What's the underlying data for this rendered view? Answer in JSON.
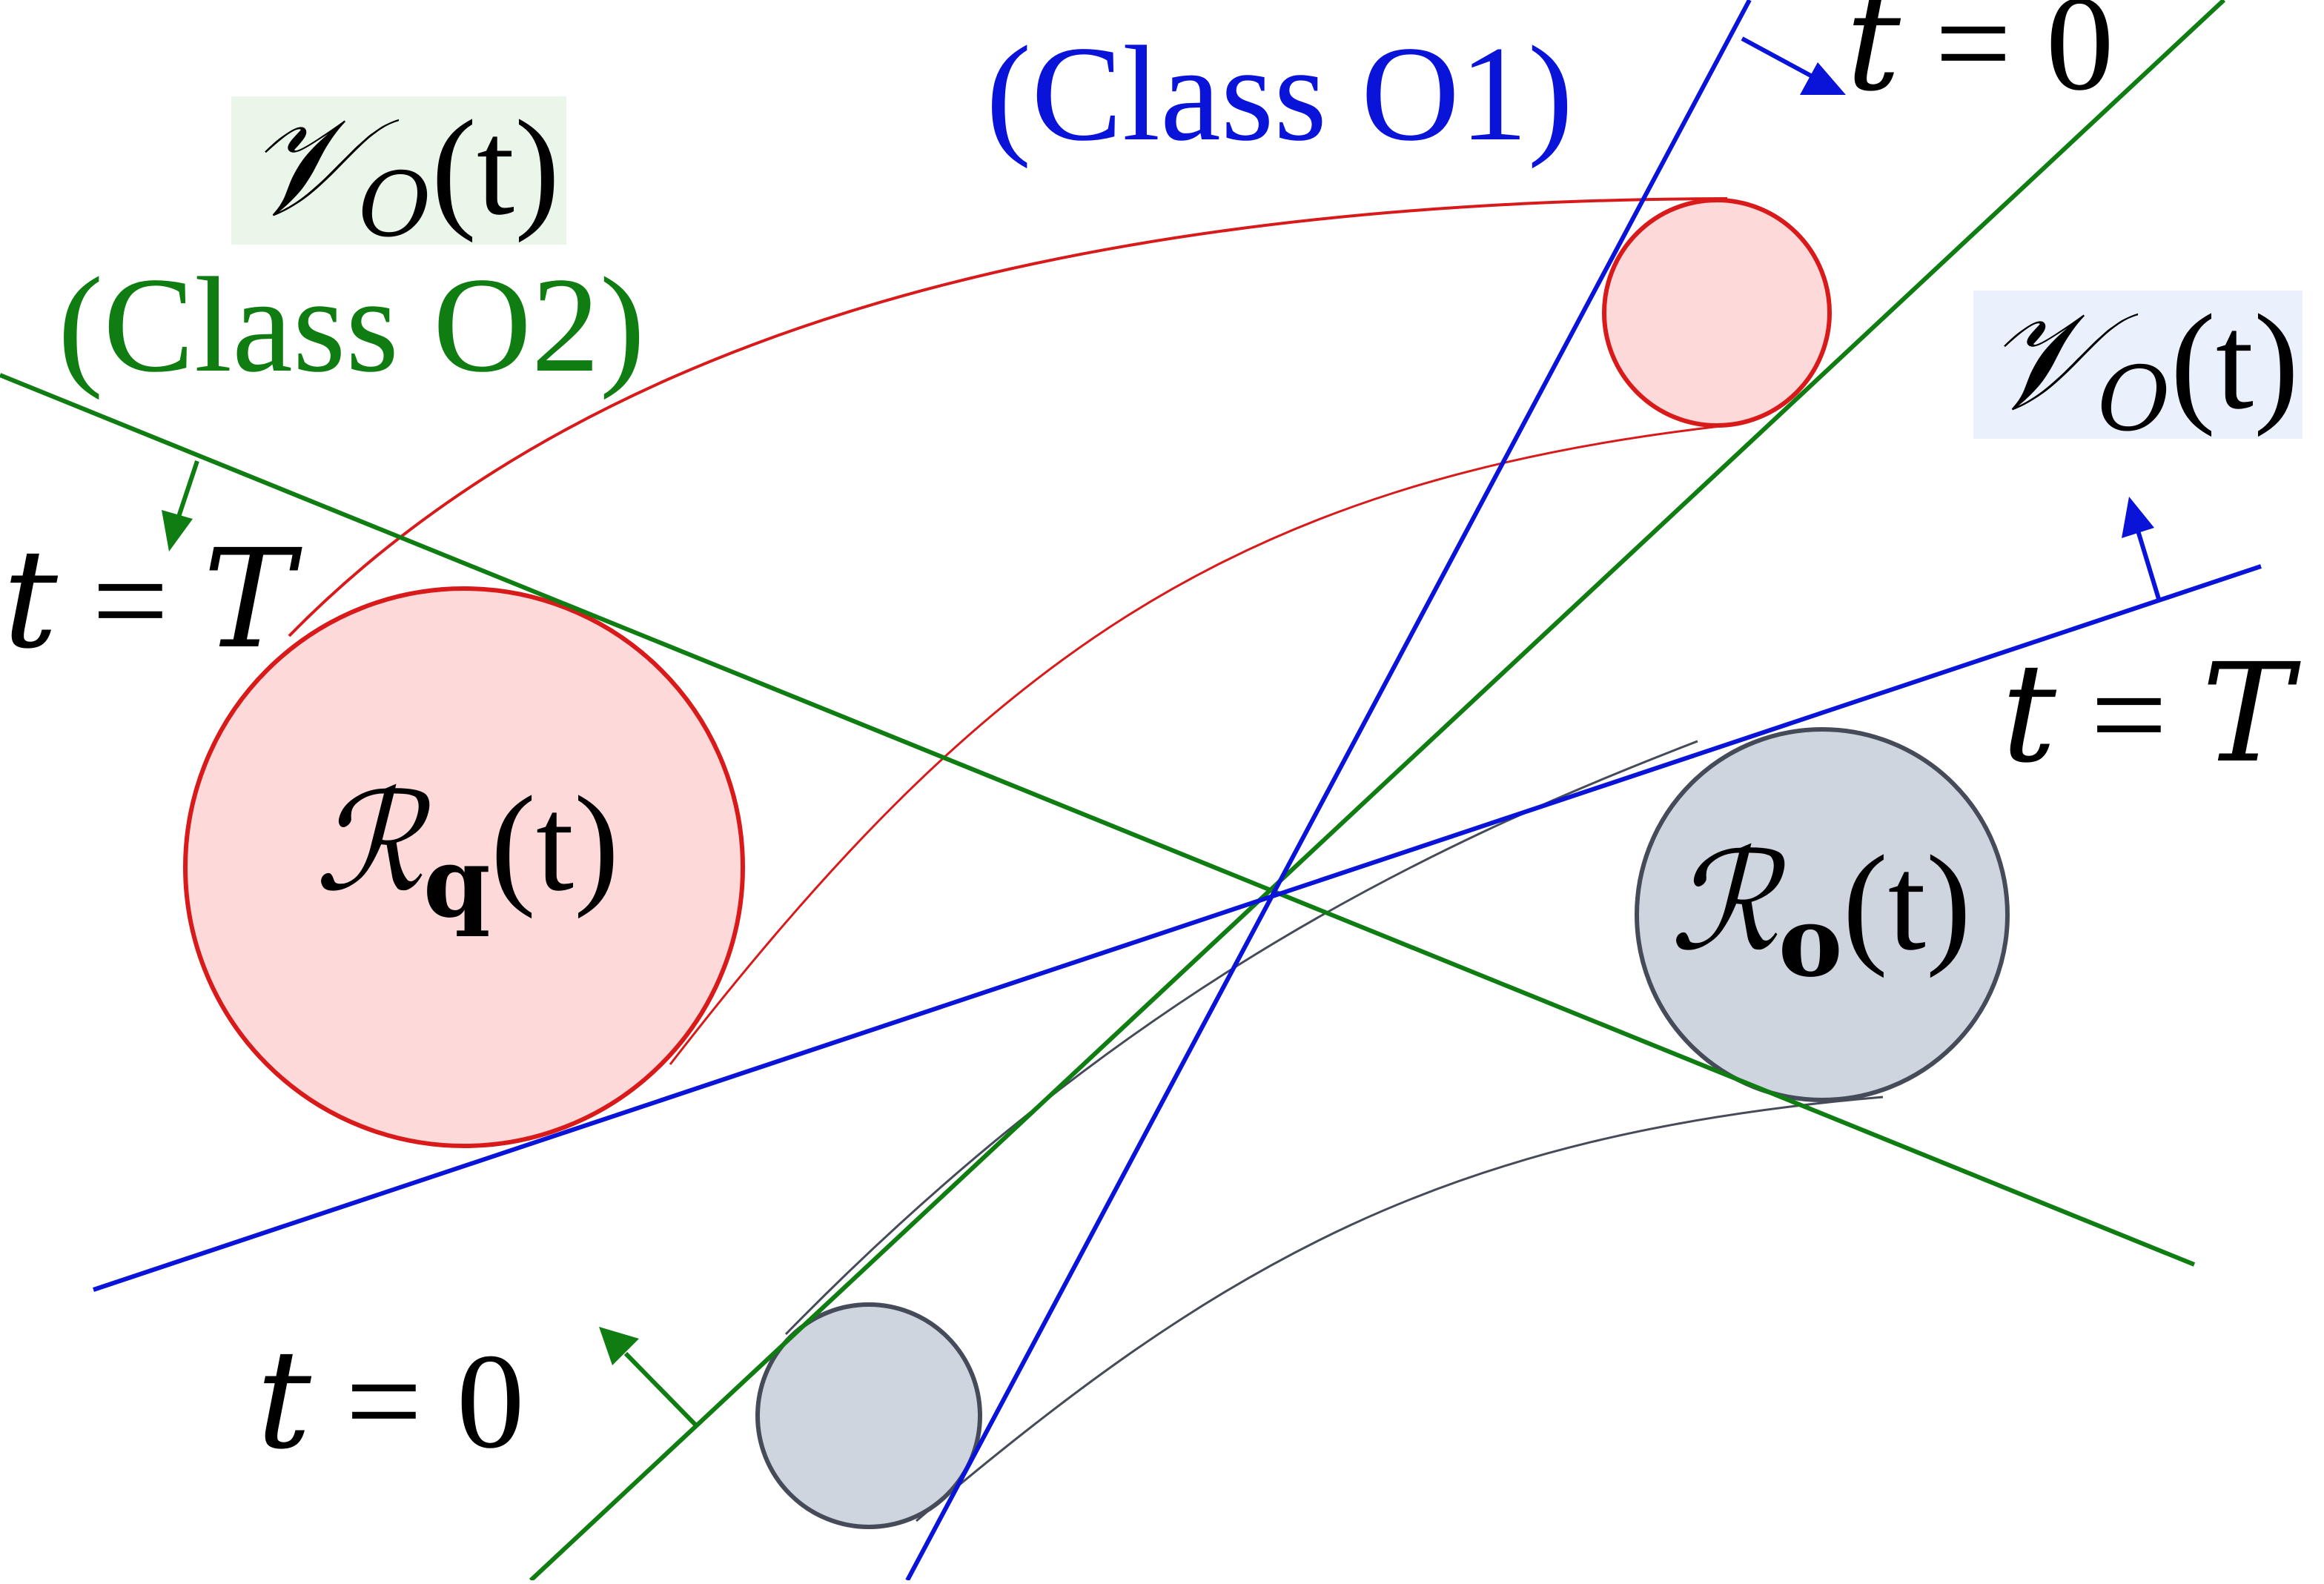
{
  "labels": {
    "class_o1": "(Class O1)",
    "class_o2": "(Class O2)",
    "v_o_green": {
      "symbol": "𝒱",
      "sub": "O",
      "arg": "(t)"
    },
    "v_o_blue": {
      "symbol": "𝒱",
      "sub": "O",
      "arg": "(t)"
    },
    "r_q": {
      "symbol": "ℛ",
      "sub": "q",
      "arg": "(t)"
    },
    "r_o": {
      "symbol": "ℛ",
      "sub": "o",
      "arg": "(t)"
    },
    "t_eq_0_top": {
      "lhs": "t",
      "eq": " = ",
      "rhs": "0"
    },
    "t_eq_T_left": {
      "lhs": "t",
      "eq": " = ",
      "rhs": "T"
    },
    "t_eq_T_right": {
      "lhs": "t",
      "eq": " = ",
      "rhs": "T"
    },
    "t_eq_0_bottom": {
      "lhs": "t",
      "eq": " = ",
      "rhs": "0"
    }
  },
  "colors": {
    "blue": "#0a14d8",
    "green": "#0f7d12",
    "red": "#d81a1a",
    "red_fill": "#fdd9d9",
    "gray_stroke": "#464b5a",
    "gray_fill": "#cfd5de",
    "green_box": "#e9f6e9",
    "blue_box": "#eaf1fd",
    "black": "#000000"
  }
}
